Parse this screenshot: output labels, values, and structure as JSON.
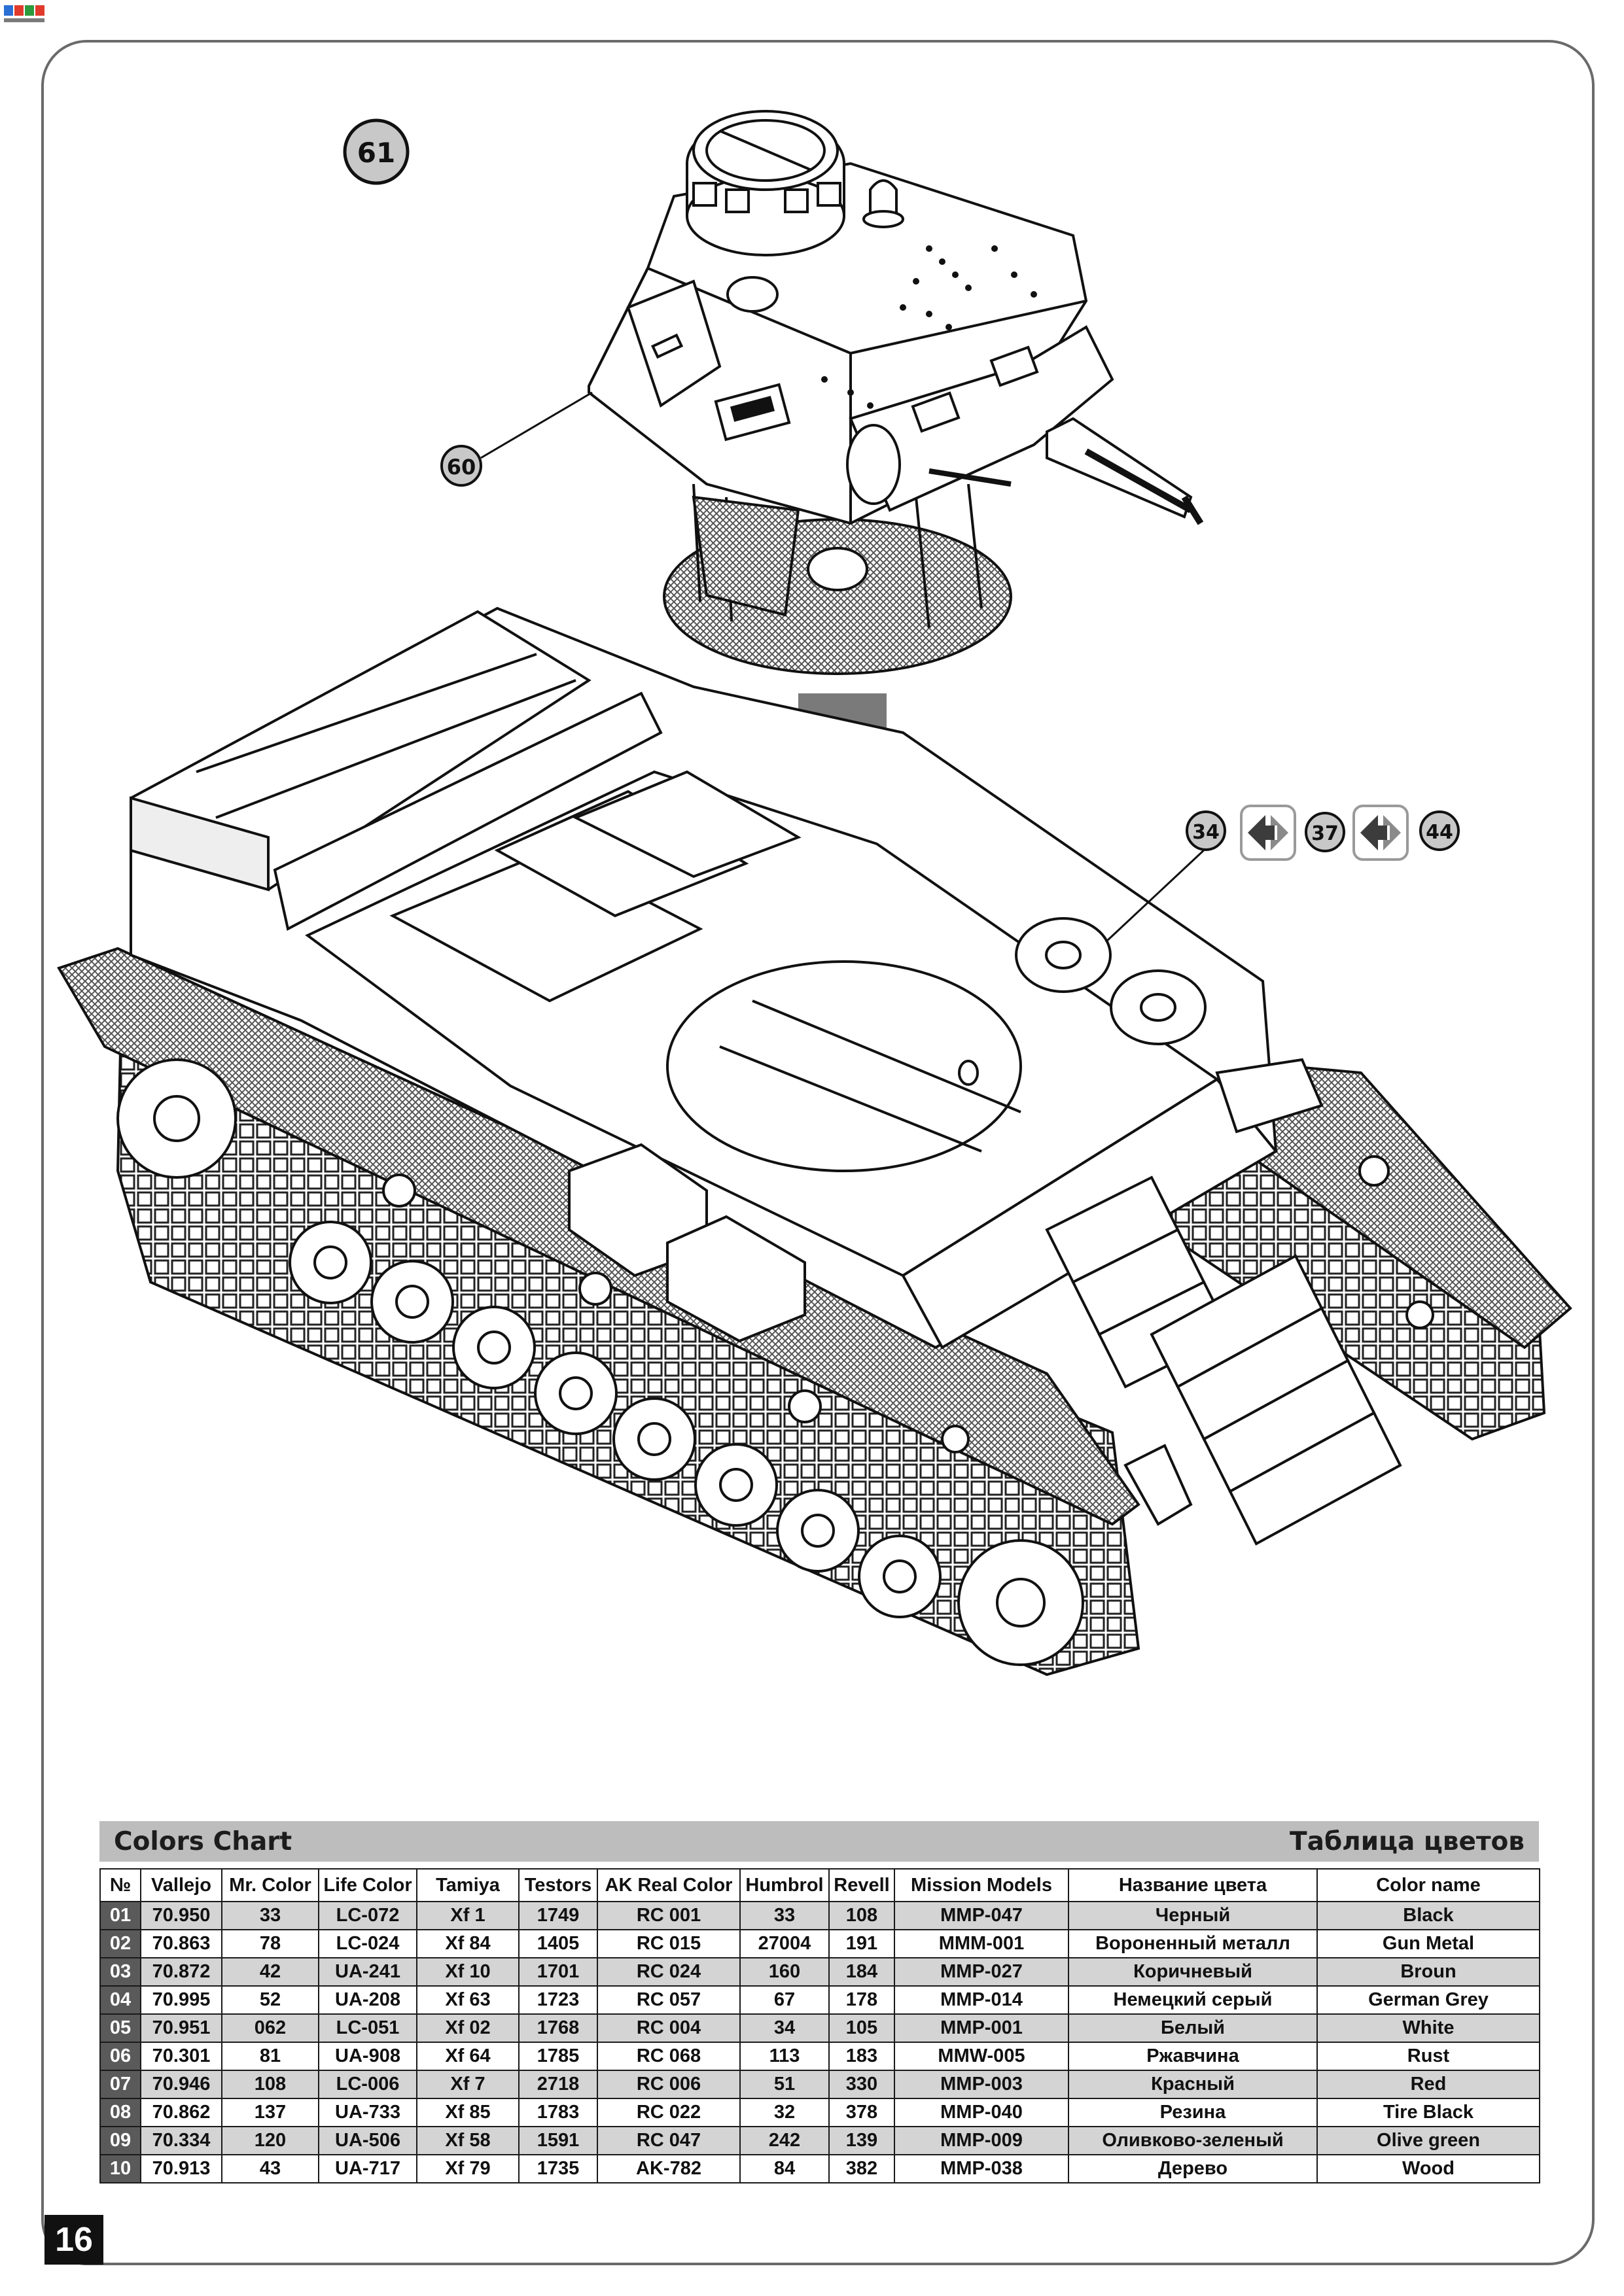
{
  "page": {
    "number": "16"
  },
  "drawing": {
    "step": "61",
    "part_callouts": [
      "60",
      "34",
      "37",
      "44"
    ],
    "icons": [
      "repeat-arrow-icon",
      "repeat-arrow-icon"
    ]
  },
  "colors_chart": {
    "title_en": "Colors Chart",
    "title_ru": "Таблица цветов",
    "columns": [
      "№",
      "Vallejo",
      "Mr. Color",
      "Life Color",
      "Tamiya",
      "Testors",
      "AK Real Color",
      "Humbrol",
      "Revell",
      "Mission Models",
      "Название цвета",
      "Color name"
    ],
    "rows": [
      [
        "01",
        "70.950",
        "33",
        "LC-072",
        "Xf 1",
        "1749",
        "RC 001",
        "33",
        "108",
        "MMP-047",
        "Черный",
        "Black"
      ],
      [
        "02",
        "70.863",
        "78",
        "LC-024",
        "Xf 84",
        "1405",
        "RC 015",
        "27004",
        "191",
        "MMM-001",
        "Вороненный металл",
        "Gun Metal"
      ],
      [
        "03",
        "70.872",
        "42",
        "UA-241",
        "Xf 10",
        "1701",
        "RC 024",
        "160",
        "184",
        "MMP-027",
        "Коричневый",
        "Broun"
      ],
      [
        "04",
        "70.995",
        "52",
        "UA-208",
        "Xf 63",
        "1723",
        "RC 057",
        "67",
        "178",
        "MMP-014",
        "Немецкий серый",
        "German Grey"
      ],
      [
        "05",
        "70.951",
        "062",
        "LC-051",
        "Xf 02",
        "1768",
        "RC 004",
        "34",
        "105",
        "MMP-001",
        "Белый",
        "White"
      ],
      [
        "06",
        "70.301",
        "81",
        "UA-908",
        "Xf 64",
        "1785",
        "RC 068",
        "113",
        "183",
        "MMW-005",
        "Ржавчина",
        "Rust"
      ],
      [
        "07",
        "70.946",
        "108",
        "LC-006",
        "Xf 7",
        "2718",
        "RC 006",
        "51",
        "330",
        "MMP-003",
        "Красный",
        "Red"
      ],
      [
        "08",
        "70.862",
        "137",
        "UA-733",
        "Xf 85",
        "1783",
        "RC 022",
        "32",
        "378",
        "MMP-040",
        "Резина",
        "Tire Black"
      ],
      [
        "09",
        "70.334",
        "120",
        "UA-506",
        "Xf 58",
        "1591",
        "RC 047",
        "242",
        "139",
        "MMP-009",
        "Оливково-зеленый",
        "Olive green"
      ],
      [
        "10",
        "70.913",
        "43",
        "UA-717",
        "Xf 79",
        "1735",
        "AK-782",
        "84",
        "382",
        "MMP-038",
        "Дерево",
        "Wood"
      ]
    ]
  }
}
